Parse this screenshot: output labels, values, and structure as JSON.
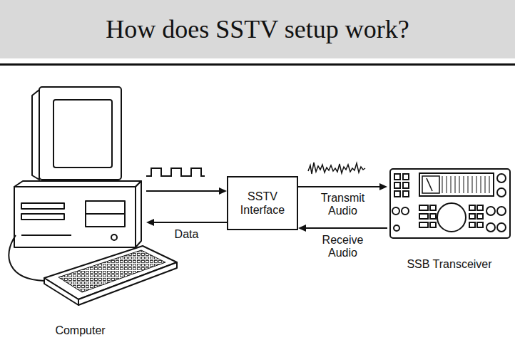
{
  "diagram": {
    "title": "How does SSTV setup work?",
    "nodes": [
      {
        "text": [
          "Computer"
        ]
      },
      {
        "text": [
          "SSTV Interface"
        ]
      },
      {
        "text": [
          "SSB Transceiver"
        ]
      }
    ],
    "edges": [
      {
        "from": 0,
        "to": 1,
        "arrow": "to"
      },
      {
        "from": 1,
        "to": 0,
        "label": "Data",
        "arrow": "to"
      },
      {
        "from": 1,
        "to": 2,
        "label": "Transmit Audio",
        "arrow": "to"
      },
      {
        "from": 2,
        "to": 1,
        "label": "Receive Audio",
        "arrow": "to"
      }
    ]
  }
}
